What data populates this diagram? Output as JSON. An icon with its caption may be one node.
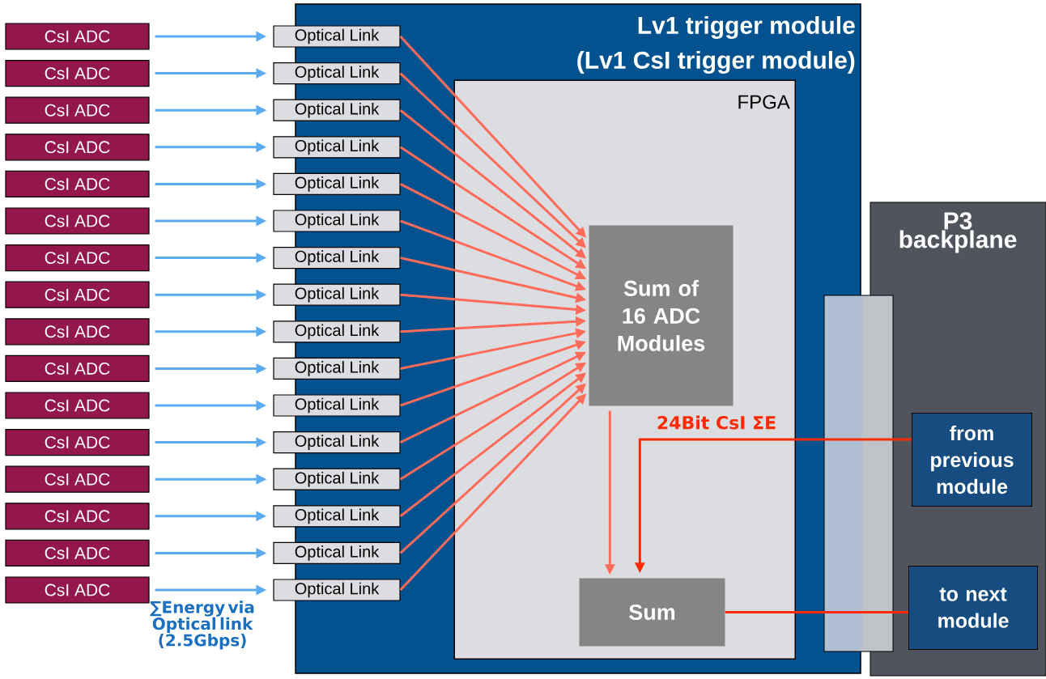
{
  "diagram": {
    "nodes": [
      {
        "text": [
          "Lv1 trigger module",
          "(Lv1 CsI trigger module)"
        ]
      },
      {
        "text": [
          "FPGA"
        ],
        "in": 0
      },
      {
        "text": [
          "P3 backplane"
        ]
      },
      {
        "text": [
          "CsI ADC"
        ]
      },
      {
        "text": [
          "CsI ADC"
        ]
      },
      {
        "text": [
          "CsI ADC"
        ]
      },
      {
        "text": [
          "CsI ADC"
        ]
      },
      {
        "text": [
          "CsI ADC"
        ]
      },
      {
        "text": [
          "CsI ADC"
        ]
      },
      {
        "text": [
          "CsI ADC"
        ]
      },
      {
        "text": [
          "CsI ADC"
        ]
      },
      {
        "text": [
          "CsI ADC"
        ]
      },
      {
        "text": [
          "CsI ADC"
        ]
      },
      {
        "text": [
          "CsI ADC"
        ]
      },
      {
        "text": [
          "CsI ADC"
        ]
      },
      {
        "text": [
          "CsI ADC"
        ]
      },
      {
        "text": [
          "CsI ADC"
        ]
      },
      {
        "text": [
          "CsI ADC"
        ]
      },
      {
        "text": [
          "CsI ADC"
        ]
      },
      {
        "text": [
          "Optical Link"
        ]
      },
      {
        "text": [
          "Optical Link"
        ]
      },
      {
        "text": [
          "Optical Link"
        ]
      },
      {
        "text": [
          "Optical Link"
        ]
      },
      {
        "text": [
          "Optical Link"
        ]
      },
      {
        "text": [
          "Optical Link"
        ]
      },
      {
        "text": [
          "Optical Link"
        ]
      },
      {
        "text": [
          "Optical Link"
        ]
      },
      {
        "text": [
          "Optical Link"
        ]
      },
      {
        "text": [
          "Optical Link"
        ]
      },
      {
        "text": [
          "Optical Link"
        ]
      },
      {
        "text": [
          "Optical Link"
        ]
      },
      {
        "text": [
          "Optical Link"
        ]
      },
      {
        "text": [
          "Optical Link"
        ]
      },
      {
        "text": [
          "Optical Link"
        ]
      },
      {
        "text": [
          "Optical Link"
        ]
      },
      {
        "text": [
          "Sum of 16 ADC Modules"
        ],
        "in": 1
      },
      {
        "text": [
          "Sum"
        ],
        "in": 1
      },
      {
        "text": [
          "from previous module"
        ],
        "in": 2
      },
      {
        "text": [
          "to next module"
        ],
        "in": 2
      }
    ],
    "edges": [
      {
        "from": 3,
        "to": 19,
        "arrow": "to",
        "color": "#5aabf0"
      },
      {
        "from": 4,
        "to": 20,
        "arrow": "to",
        "color": "#5aabf0"
      },
      {
        "from": 5,
        "to": 21,
        "arrow": "to",
        "color": "#5aabf0"
      },
      {
        "from": 6,
        "to": 22,
        "arrow": "to",
        "color": "#5aabf0"
      },
      {
        "from": 7,
        "to": 23,
        "arrow": "to",
        "color": "#5aabf0"
      },
      {
        "from": 8,
        "to": 24,
        "arrow": "to",
        "color": "#5aabf0"
      },
      {
        "from": 9,
        "to": 25,
        "arrow": "to",
        "color": "#5aabf0"
      },
      {
        "from": 10,
        "to": 26,
        "arrow": "to",
        "color": "#5aabf0"
      },
      {
        "from": 11,
        "to": 27,
        "arrow": "to",
        "color": "#5aabf0"
      },
      {
        "from": 12,
        "to": 28,
        "arrow": "to",
        "color": "#5aabf0"
      },
      {
        "from": 13,
        "to": 29,
        "arrow": "to",
        "color": "#5aabf0"
      },
      {
        "from": 14,
        "to": 30,
        "arrow": "to",
        "color": "#5aabf0"
      },
      {
        "from": 15,
        "to": 31,
        "arrow": "to",
        "color": "#5aabf0"
      },
      {
        "from": 16,
        "to": 32,
        "arrow": "to",
        "color": "#5aabf0"
      },
      {
        "from": 17,
        "to": 33,
        "arrow": "to",
        "color": "#5aabf0"
      },
      {
        "from": 18,
        "to": 34,
        "arrow": "to",
        "color": "#5aabf0"
      },
      {
        "from": 19,
        "to": 35,
        "arrow": "to",
        "color": "#ff6b5a"
      },
      {
        "from": 20,
        "to": 35,
        "arrow": "to",
        "color": "#ff6b5a"
      },
      {
        "from": 21,
        "to": 35,
        "arrow": "to",
        "color": "#ff6b5a"
      },
      {
        "from": 22,
        "to": 35,
        "arrow": "to",
        "color": "#ff6b5a"
      },
      {
        "from": 23,
        "to": 35,
        "arrow": "to",
        "color": "#ff6b5a"
      },
      {
        "from": 24,
        "to": 35,
        "arrow": "to",
        "color": "#ff6b5a"
      },
      {
        "from": 25,
        "to": 35,
        "arrow": "to",
        "color": "#ff6b5a"
      },
      {
        "from": 26,
        "to": 35,
        "arrow": "to",
        "color": "#ff6b5a"
      },
      {
        "from": 27,
        "to": 35,
        "arrow": "to",
        "color": "#ff6b5a"
      },
      {
        "from": 28,
        "to": 35,
        "arrow": "to",
        "color": "#ff6b5a"
      },
      {
        "from": 29,
        "to": 35,
        "arrow": "to",
        "color": "#ff6b5a"
      },
      {
        "from": 30,
        "to": 35,
        "arrow": "to",
        "color": "#ff6b5a"
      },
      {
        "from": 31,
        "to": 35,
        "arrow": "to",
        "color": "#ff6b5a"
      },
      {
        "from": 32,
        "to": 35,
        "arrow": "to",
        "color": "#ff6b5a"
      },
      {
        "from": 33,
        "to": 35,
        "arrow": "to",
        "color": "#ff6b5a"
      },
      {
        "from": 34,
        "to": 35,
        "arrow": "to",
        "color": "#ff6b5a"
      },
      {
        "from": 35,
        "to": 36,
        "arrow": "to",
        "color": "#ff6b5a"
      },
      {
        "from": 37,
        "to": 36,
        "arrow": "to",
        "label": "24Bit CsI ΣE",
        "color": "#ff2a00"
      },
      {
        "from": 36,
        "to": 38,
        "arrow": "none",
        "color": "#ff2a00"
      }
    ],
    "labels": [
      "∑Energy via Optical link (2.5Gbps)"
    ]
  }
}
